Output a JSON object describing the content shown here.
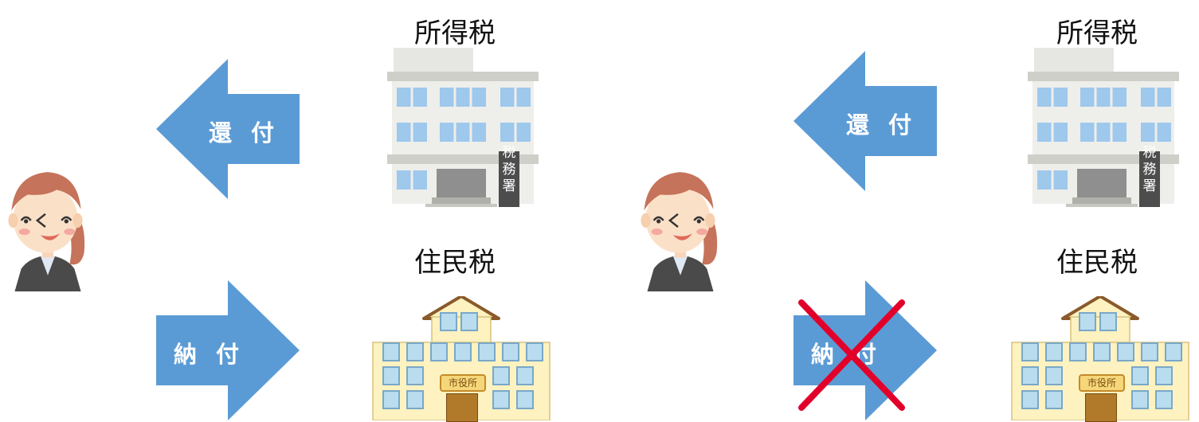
{
  "colors": {
    "arrow": "#5b9bd5",
    "cross": "#e2002a",
    "tax_office_body": "#eaeae7",
    "city_hall_body": "#fdf2c0"
  },
  "panels": [
    {
      "income_tax_label": "所得税",
      "resident_tax_label": "住民税",
      "refund_label": [
        "還",
        "付"
      ],
      "payment_label": [
        "納",
        "付"
      ],
      "tax_office_sign": [
        "税",
        "務",
        "署"
      ],
      "city_hall_sign": "市役所",
      "payment_crossed_out": false
    },
    {
      "income_tax_label": "所得税",
      "resident_tax_label": "住民税",
      "refund_label": [
        "還",
        "付"
      ],
      "payment_label": [
        "納",
        "付"
      ],
      "tax_office_sign": [
        "税",
        "務",
        "署"
      ],
      "city_hall_sign": "市役所",
      "payment_crossed_out": true
    }
  ]
}
